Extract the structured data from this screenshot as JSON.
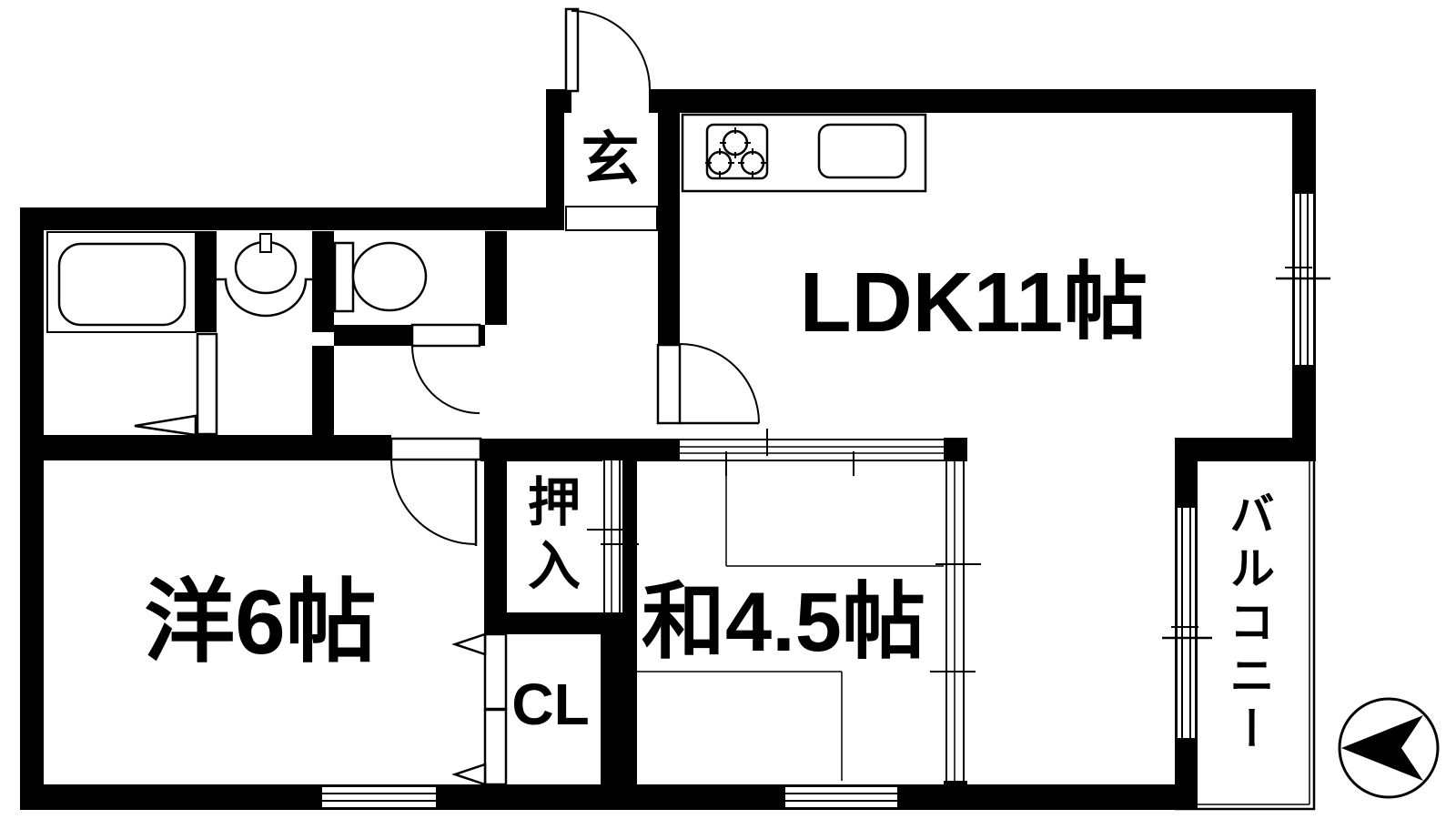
{
  "document": {
    "type": "apartment-floor-plan",
    "style": "japanese-madori",
    "colors": {
      "line": "#000000",
      "background": "#ffffff"
    }
  },
  "rooms": [
    {
      "name": "entrance-genkan",
      "label": "玄"
    },
    {
      "name": "ldk",
      "label": "LDK11帖",
      "size_tatami": 11
    },
    {
      "name": "western-room",
      "label": "洋6帖",
      "size_tatami": 6
    },
    {
      "name": "japanese-room",
      "label": "和4.5帖",
      "size_tatami": 4.5
    },
    {
      "name": "oshiire-closet",
      "label": "押入"
    },
    {
      "name": "closet",
      "label": "CL"
    },
    {
      "name": "balcony",
      "label": "バルコニー"
    }
  ],
  "fixtures": [
    {
      "name": "bathtub"
    },
    {
      "name": "washbasin"
    },
    {
      "name": "toilet"
    },
    {
      "name": "gas-stove-3-burner"
    },
    {
      "name": "kitchen-sink"
    },
    {
      "name": "entrance-door"
    },
    {
      "name": "compass-arrow",
      "direction": "left"
    }
  ]
}
